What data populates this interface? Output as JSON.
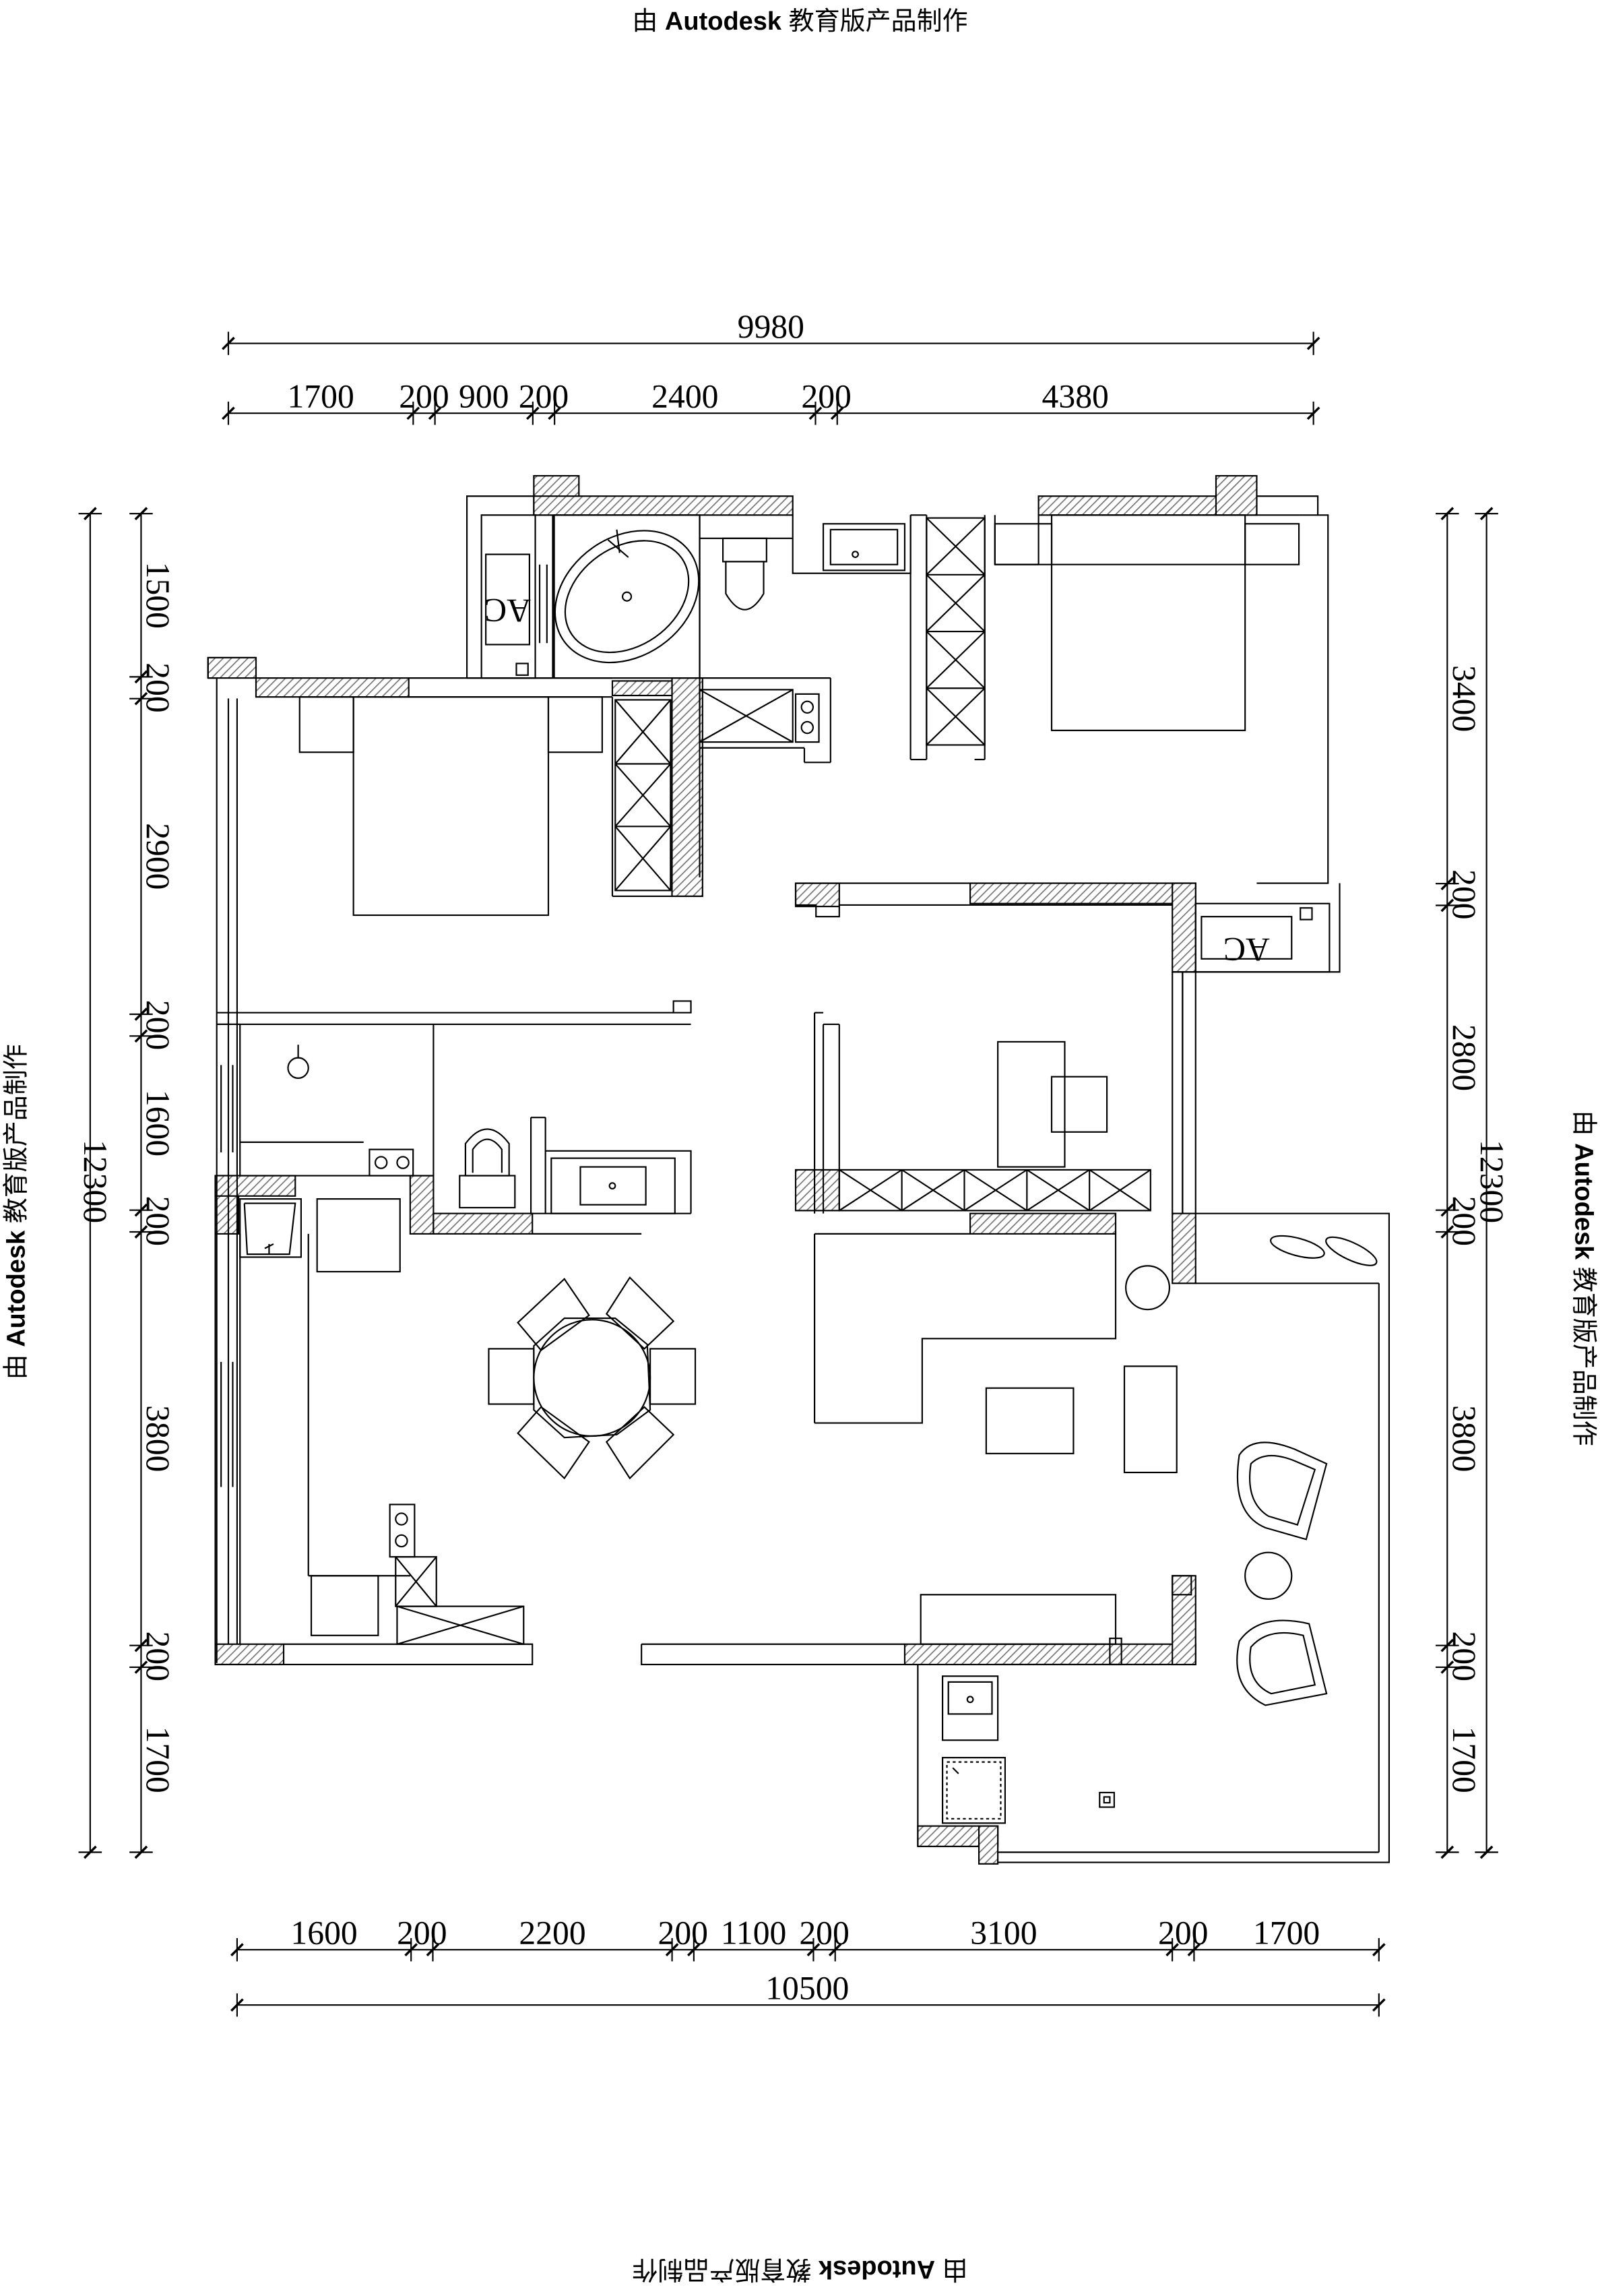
{
  "watermark": {
    "prefix": "由",
    "brand": "Autodesk",
    "suffix": "教育版产品制作"
  },
  "dimensions": {
    "top_total": "9980",
    "top_segments": [
      "1700",
      "200",
      "900",
      "200",
      "2400",
      "200",
      "4380"
    ],
    "bottom_segments": [
      "1600",
      "200",
      "2200",
      "200",
      "1100",
      "200",
      "3100",
      "200",
      "1700"
    ],
    "bottom_total": "10500",
    "left_total": "12300",
    "left_segments": [
      "1500",
      "200",
      "2900",
      "200",
      "1600",
      "200",
      "3800",
      "200",
      "1700"
    ],
    "right_total": "12300",
    "right_segments": [
      "3400",
      "200",
      "2800",
      "200",
      "3800",
      "200",
      "1700"
    ]
  },
  "labels": {
    "ac_left": "AC",
    "ac_right": "AC"
  },
  "colors": {
    "line": "#000000",
    "hatch": "#888888",
    "background": "#ffffff"
  }
}
